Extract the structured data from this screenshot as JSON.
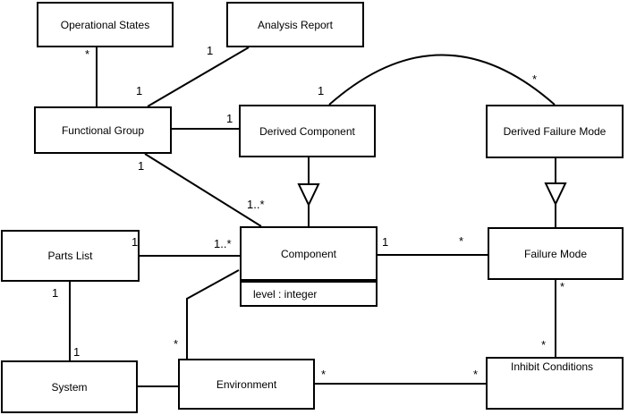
{
  "diagram": {
    "type": "uml-class-diagram",
    "background_color": "#ffffff",
    "line_color": "#000000",
    "classes": [
      {
        "id": "operational-states",
        "name": "Operational States"
      },
      {
        "id": "analysis-report",
        "name": "Analysis Report"
      },
      {
        "id": "functional-group",
        "name": "Functional Group"
      },
      {
        "id": "derived-component",
        "name": "Derived Component"
      },
      {
        "id": "derived-failure-mode",
        "name": "Derived Failure Mode"
      },
      {
        "id": "parts-list",
        "name": "Parts List"
      },
      {
        "id": "component",
        "name": "Component",
        "attributes": [
          "level : integer"
        ]
      },
      {
        "id": "failure-mode",
        "name": "Failure Mode"
      },
      {
        "id": "system",
        "name": "System"
      },
      {
        "id": "environment",
        "name": "Environment"
      },
      {
        "id": "inhibit-conditions",
        "name": "Inhibit Conditions"
      }
    ],
    "relationships": [
      {
        "from": "Operational States",
        "to": "Functional Group",
        "type": "association",
        "from_mult": "*",
        "to_mult": "1"
      },
      {
        "from": "Analysis Report",
        "to": "Functional Group",
        "type": "association",
        "from_mult": "1"
      },
      {
        "from": "Functional Group",
        "to": "Derived Component",
        "type": "association",
        "to_mult": "1"
      },
      {
        "from": "Functional Group",
        "to": "Component",
        "type": "association",
        "from_mult": "1",
        "to_mult": "1..*"
      },
      {
        "from": "Derived Component",
        "to": "Component",
        "type": "generalization"
      },
      {
        "from": "Derived Component",
        "to": "Derived Failure Mode",
        "type": "association",
        "from_mult": "1",
        "to_mult": "*"
      },
      {
        "from": "Derived Failure Mode",
        "to": "Failure Mode",
        "type": "generalization"
      },
      {
        "from": "Parts List",
        "to": "Component",
        "type": "association",
        "from_mult": "1",
        "to_mult": "1..*"
      },
      {
        "from": "Parts List",
        "to": "System",
        "type": "association",
        "from_mult": "1",
        "to_mult": "1"
      },
      {
        "from": "Component",
        "to": "Failure Mode",
        "type": "association",
        "from_mult": "1",
        "to_mult": "*"
      },
      {
        "from": "Component",
        "to": "Environment",
        "type": "association",
        "to_mult": "*"
      },
      {
        "from": "Failure Mode",
        "to": "Inhibit Conditions",
        "type": "association",
        "from_mult": "*",
        "to_mult": "*"
      },
      {
        "from": "System",
        "to": "Environment",
        "type": "association"
      },
      {
        "from": "Environment",
        "to": "Inhibit Conditions",
        "type": "association",
        "from_mult": "*",
        "to_mult": "*"
      }
    ]
  }
}
